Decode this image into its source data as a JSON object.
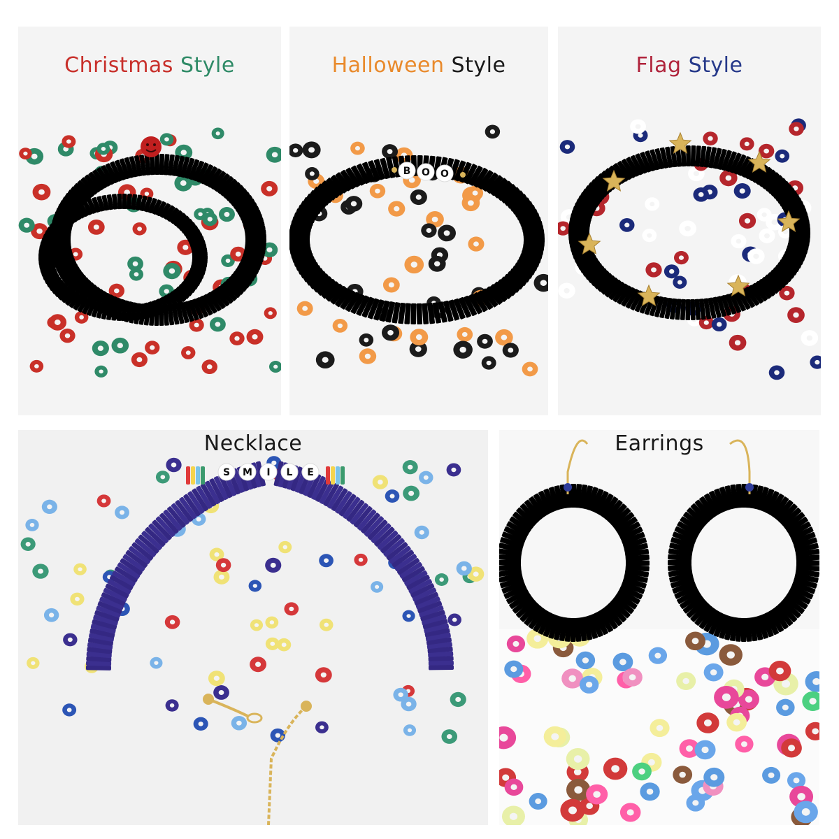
{
  "panels": [
    {
      "id": "christmas",
      "title_parts": [
        {
          "text": "Christmas ",
          "color": "#c8302b"
        },
        {
          "text": "Style",
          "color": "#2e8a66"
        }
      ]
    },
    {
      "id": "halloween",
      "title_parts": [
        {
          "text": "Halloween ",
          "color": "#e98a2c"
        },
        {
          "text": "Style",
          "color": "#1a1a1a"
        }
      ]
    },
    {
      "id": "flag",
      "title_parts": [
        {
          "text": "Flag ",
          "color": "#b0243c"
        },
        {
          "text": "Style",
          "color": "#26398a"
        }
      ]
    },
    {
      "id": "necklace",
      "title_parts": [
        {
          "text": "Necklace",
          "color": "#1a1a1a"
        }
      ],
      "letter_beads": "SMILE"
    },
    {
      "id": "earrings",
      "title_parts": [
        {
          "text": "Earrings",
          "color": "#1a1a1a"
        }
      ]
    }
  ],
  "halloween_letter_beads": "BOO",
  "colors": {
    "christmas_red": "#c93028",
    "christmas_green": "#2f8a68",
    "halloween_orange": "#f29a48",
    "halloween_black": "#1b1b1b",
    "flag_red": "#b5262c",
    "flag_blue": "#1b2a7a",
    "necklace_purple": "#3b2f8f",
    "gold": "#d9b45a"
  }
}
